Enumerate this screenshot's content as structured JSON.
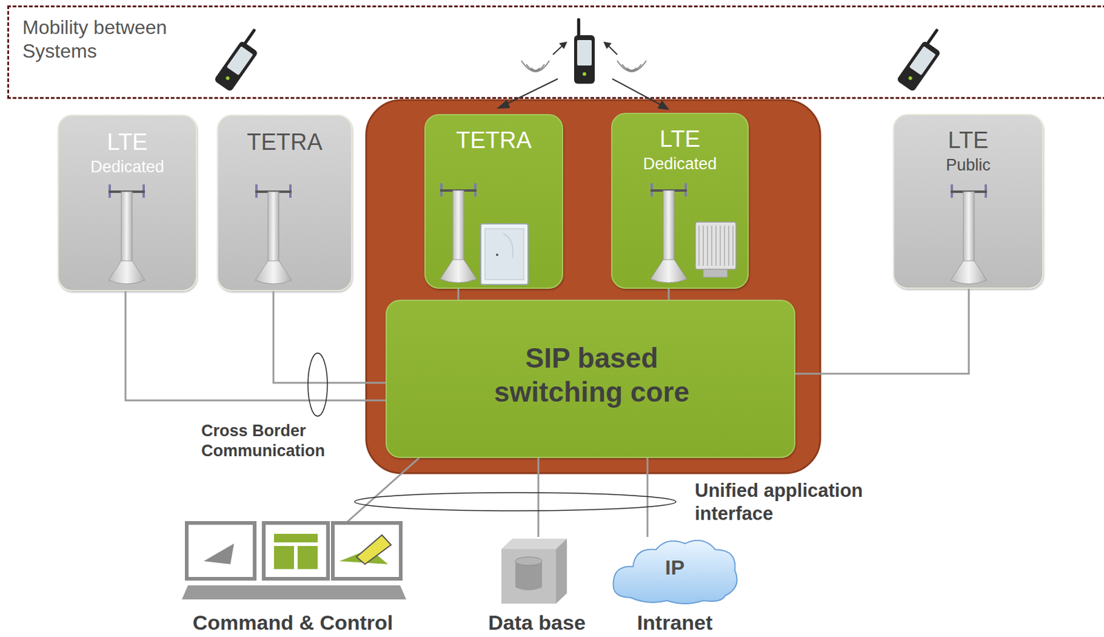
{
  "diagram": {
    "nodes": [
      {
        "text": [
          "Mobility between Systems"
        ]
      },
      {
        "text": [
          "LTE",
          "Dedicated"
        ]
      },
      {
        "text": [
          "TETRA"
        ]
      },
      {
        "text": [
          "TETRA"
        ]
      },
      {
        "text": [
          "LTE",
          "Dedicated"
        ]
      },
      {
        "text": [
          "LTE",
          "Public"
        ]
      },
      {
        "text": [
          "SIP based switching core"
        ]
      },
      {
        "text": [
          "Command & Control"
        ]
      },
      {
        "text": [
          "Data base"
        ]
      },
      {
        "text": [
          "IP",
          "Intranet"
        ]
      }
    ],
    "edges": [
      {
        "from": 1,
        "to": 6,
        "arrow": "none"
      },
      {
        "from": 2,
        "to": 6,
        "arrow": "none"
      },
      {
        "from": 3,
        "to": 6,
        "arrow": "none"
      },
      {
        "from": 4,
        "to": 6,
        "arrow": "none"
      },
      {
        "from": 5,
        "to": 6,
        "arrow": "none"
      },
      {
        "from": 6,
        "to": 7,
        "arrow": "none"
      },
      {
        "from": 6,
        "to": 8,
        "arrow": "none"
      },
      {
        "from": 6,
        "to": 9,
        "arrow": "none"
      }
    ],
    "labels": [
      "Cross Border Communication",
      "Unified application interface"
    ]
  }
}
